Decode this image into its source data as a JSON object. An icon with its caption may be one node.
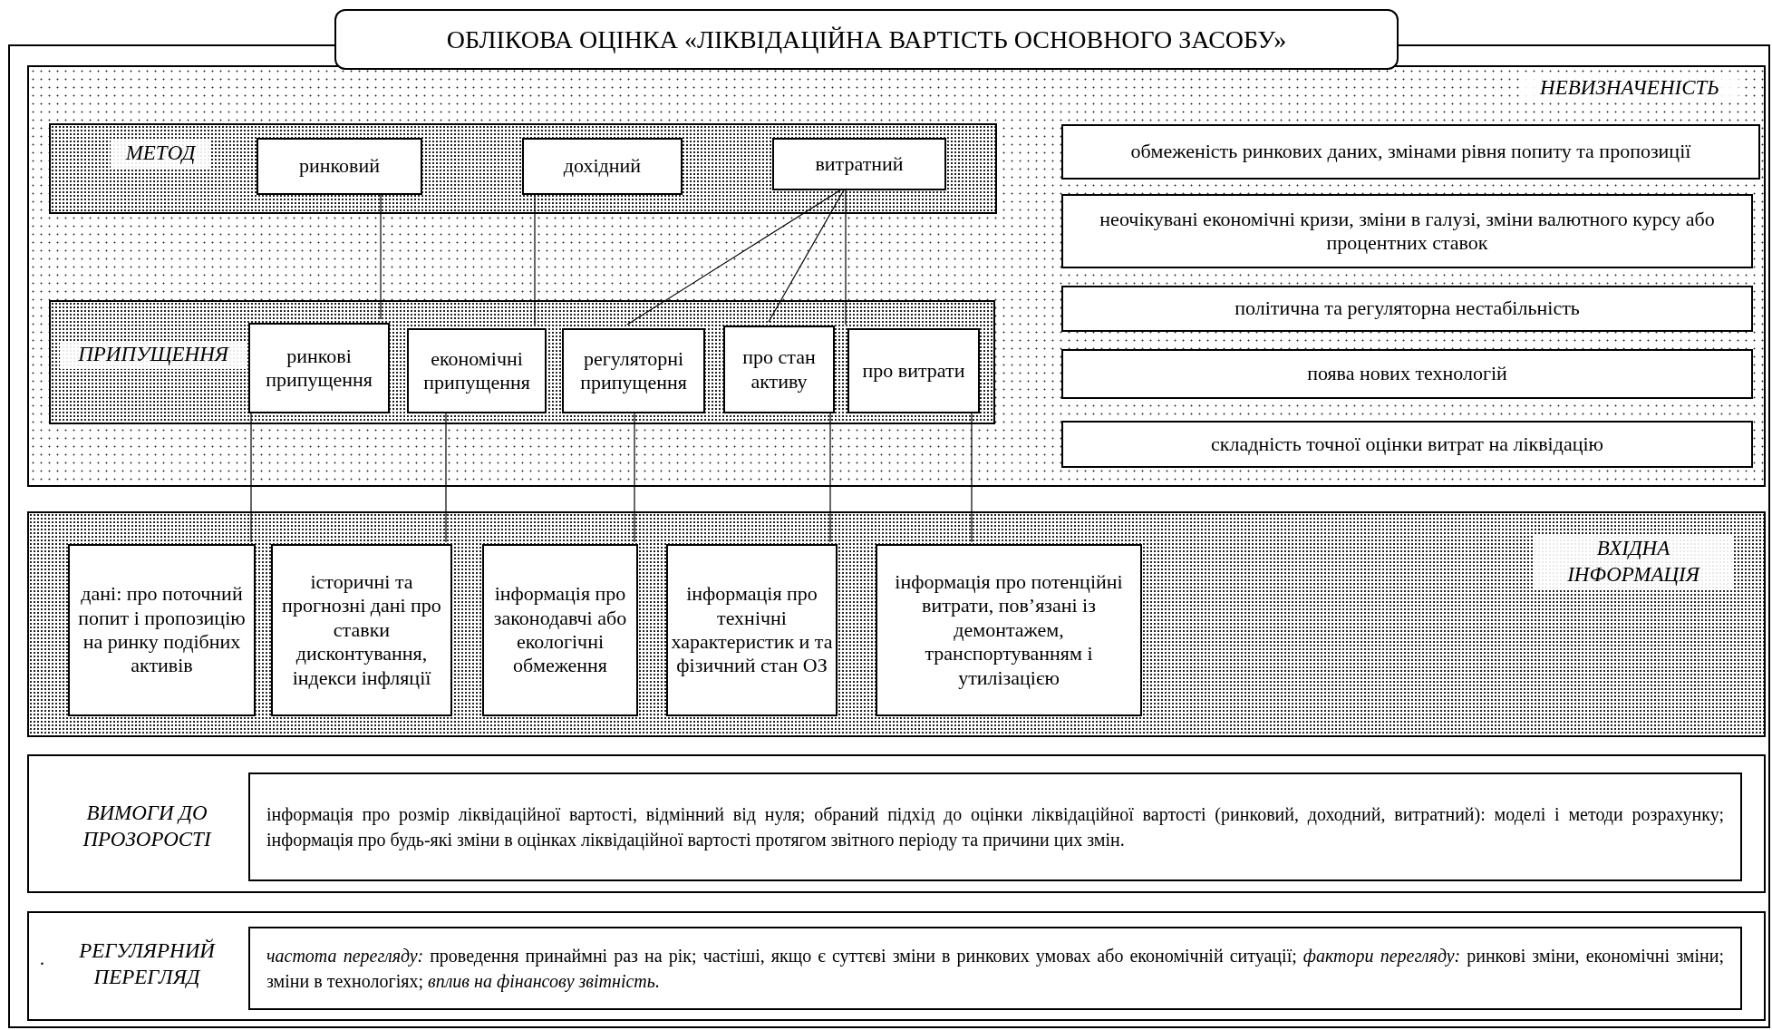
{
  "diagram": {
    "title": "ОБЛІКОВА ОЦІНКА «ЛІКВІДАЦІЙНА ВАРТІСТЬ ОСНОВНОГО ЗАСОБУ»",
    "nodes": [
      {
        "text": [
          "НЕВИЗНАЧЕНІСТЬ"
        ]
      },
      {
        "text": [
          "МЕТОД"
        ],
        "in": 0
      },
      {
        "text": [
          "ринковий"
        ],
        "in": 1
      },
      {
        "text": [
          "дохідний"
        ],
        "in": 1
      },
      {
        "text": [
          "витратний"
        ],
        "in": 1
      },
      {
        "text": [
          "ПРИПУЩЕННЯ"
        ],
        "in": 0
      },
      {
        "text": [
          "ринкові припущення"
        ],
        "in": 5
      },
      {
        "text": [
          "економічні припущення"
        ],
        "in": 5
      },
      {
        "text": [
          "регуляторні припущення"
        ],
        "in": 5
      },
      {
        "text": [
          "про стан активу"
        ],
        "in": 5
      },
      {
        "text": [
          "про витрати"
        ],
        "in": 5
      },
      {
        "text": [
          "обмеженість ринкових даних, змінами рівня попиту та пропозиції"
        ],
        "in": 0
      },
      {
        "text": [
          "неочікувані економічні кризи, зміни в галузі, зміни валютного курсу або процентних ставок"
        ],
        "in": 0
      },
      {
        "text": [
          "політична та регуляторна нестабільність"
        ],
        "in": 0
      },
      {
        "text": [
          "поява нових технологій"
        ],
        "in": 0
      },
      {
        "text": [
          "складність точної оцінки витрат на ліквідацію"
        ],
        "in": 0
      },
      {
        "text": [
          "ВХІДНА ІНФОРМАЦІЯ"
        ]
      },
      {
        "text": [
          "дані: про поточний попит і пропозицію на ринку подібних активів"
        ],
        "in": 16
      },
      {
        "text": [
          "історичні та прогнозні дані про ставки дисконтування, індекси інфляції"
        ],
        "in": 16
      },
      {
        "text": [
          "інформація про законодавчі або екологічні обмеження"
        ],
        "in": 16
      },
      {
        "text": [
          "інформація про технічні характеристик и та фізичний стан ОЗ"
        ],
        "in": 16
      },
      {
        "text": [
          "інформація про потенційні витрати, пов’язані із демонтажем, транспортуванням і утилізацією"
        ],
        "in": 16
      },
      {
        "text": [
          "ВИМОГИ ДО ПРОЗОРОСТІ"
        ]
      },
      {
        "text": [
          "інформація про розмір ліквідаційної вартості, відмінний від нуля; обраний підхід до оцінки ліквідаційної вартості (ринковий, доходний, витратний): моделі і методи розрахунку; інформація про будь-які зміни в оцінках ліквідаційної вартості протягом звітного періоду та причини цих змін."
        ],
        "in": 22
      },
      {
        "text": [
          "РЕГУЛЯРНИЙ ПЕРЕГЛЯД"
        ]
      },
      {
        "text": [
          "*частота перегляду:* проведення принаймні раз на рік; частіші, якщо є суттєві зміни в ринкових умовах або економічній ситуації; *фактори перегляду:* ринкові зміни, економічні зміни; зміни в технологіях; *вплив на фінансову звітність.*"
        ],
        "in": 24
      }
    ],
    "edges": [
      {
        "from": 2,
        "to": 6,
        "arrow": "none"
      },
      {
        "from": 3,
        "to": 7,
        "arrow": "none"
      },
      {
        "from": 4,
        "to": 8,
        "arrow": "none"
      },
      {
        "from": 4,
        "to": 9,
        "arrow": "none"
      },
      {
        "from": 4,
        "to": 10,
        "arrow": "none"
      },
      {
        "from": 6,
        "to": 17,
        "arrow": "none"
      },
      {
        "from": 7,
        "to": 18,
        "arrow": "none"
      },
      {
        "from": 8,
        "to": 19,
        "arrow": "none"
      },
      {
        "from": 9,
        "to": 20,
        "arrow": "none"
      },
      {
        "from": 10,
        "to": 21,
        "arrow": "none"
      }
    ],
    "labels": [
      "."
    ]
  }
}
